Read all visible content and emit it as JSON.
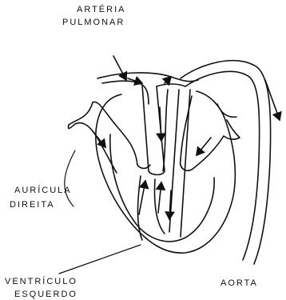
{
  "labels": {
    "arteria": "ARTÉRIA",
    "pulmonar": "PULMONAR",
    "auricula": "AURÍCULA",
    "direita": "DIREITA",
    "ventriculo": "VENTRÍCULO",
    "esquerdo": "ESQUERDO",
    "aorta": "AORTA"
  },
  "colors": {
    "ink": "#111111",
    "background": "#ffffff"
  }
}
